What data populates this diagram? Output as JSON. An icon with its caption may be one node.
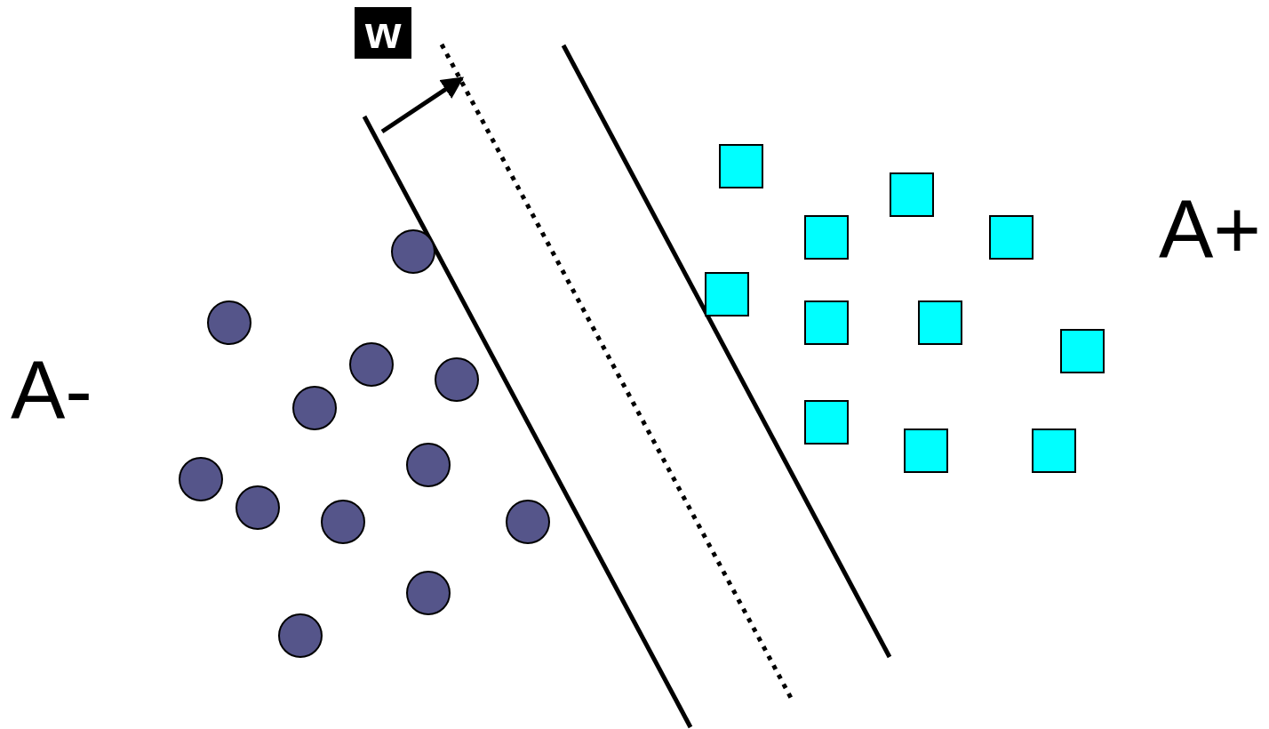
{
  "diagram": {
    "labels": [
      "w",
      "A+",
      "A-"
    ]
  }
}
